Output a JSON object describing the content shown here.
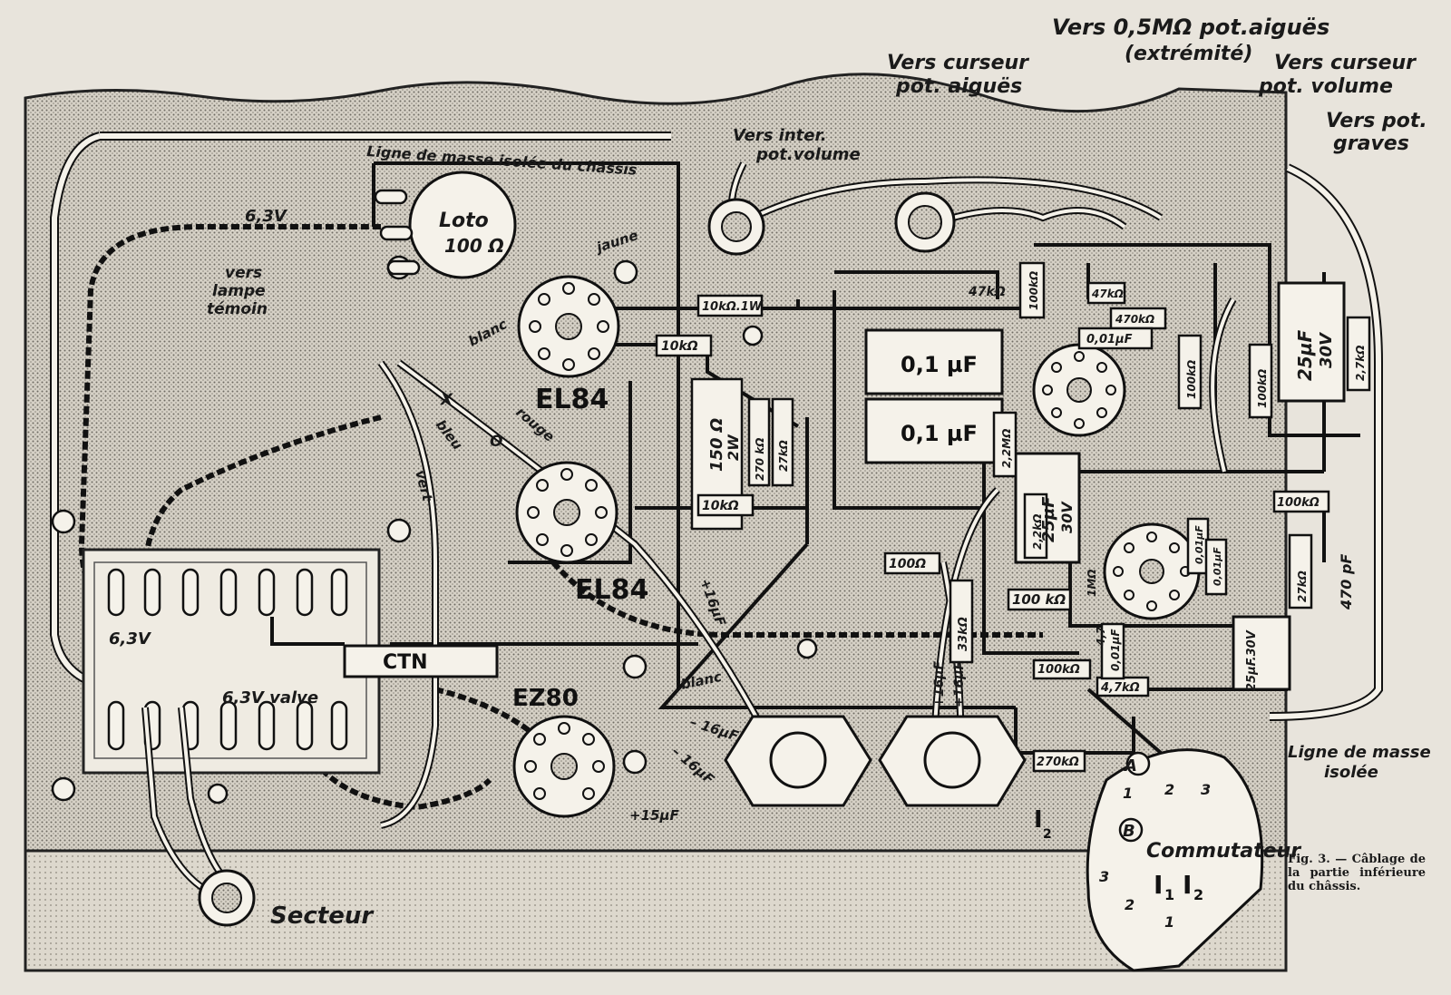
{
  "header_labels": {
    "vers_05_pot": "Vers 0,5MΩ pot.aiguës",
    "extremite": "(extrémité)",
    "curseur_aigues_1": "Vers curseur",
    "curseur_aigues_2": "pot. aiguës",
    "curseur_volume_1": "Vers curseur",
    "curseur_volume_2": "pot. volume",
    "pot_graves_1": "Vers pot.",
    "pot_graves_2": "graves",
    "inter_1": "Vers inter.",
    "inter_2": "pot.volume"
  },
  "chassis_labels": {
    "masse_line": "Ligne de masse isolée du châssis",
    "masse_isolee_1": "Ligne de masse",
    "masse_isolee_2": "isolée",
    "lampe_1": "vers",
    "lampe_2": "lampe",
    "lampe_3": "témoin",
    "secteur": "Secteur",
    "v63_top": "6,3V",
    "v63_left": "6,3V",
    "v63_valve": "6,3V valve"
  },
  "wire_colors": {
    "jaune": "jaune",
    "blanc_1": "blanc",
    "blanc_2": "blanc",
    "bleu": "bleu",
    "rouge": "rouge",
    "vert": "vert",
    "x": "X",
    "o": "O"
  },
  "tubes": {
    "el84_a": "EL84",
    "el84_b": "EL84",
    "ez80": "EZ80"
  },
  "components": {
    "loto_1": "Loto",
    "loto_2": "100 Ω",
    "ctn": "CTN",
    "r10k_1w": "10kΩ.1W",
    "r10k_a": "10kΩ",
    "r10k_b": "10kΩ",
    "r150_1": "150 Ω",
    "r150_2": "2W",
    "r270k": "270 kΩ",
    "r27k_a": "27kΩ",
    "c01_a": "0,1 µF",
    "c01_b": "0,1 µF",
    "r47k_a": "47kΩ",
    "r100k_v1": "100kΩ",
    "r47k_b": "47kΩ",
    "r470k": "470kΩ",
    "c001_a": "0,01µF",
    "r100k_v2": "100kΩ",
    "r100k_v3": "100kΩ",
    "c25_a_1": "25µF",
    "c25_a_2": "30V",
    "r27k_b": "2,7kΩ",
    "r22m": "2,2MΩ",
    "r22k": "2,2kΩ",
    "c25_b_1": "25µF",
    "c25_b_2": "30V",
    "r100_ohm": "100Ω",
    "r33k": "33kΩ",
    "r100k_h1": "100 kΩ",
    "r1m": "1MΩ",
    "c001_b": "0,01µF",
    "r100k_h2": "100kΩ",
    "r27k_c": "27kΩ",
    "c470p": "470 pF",
    "c25_c": "25µF.30V",
    "r100k_h3": "100kΩ",
    "r47k_c": "4,7kΩ",
    "r270k_b": "270kΩ",
    "r47_small": "4,7",
    "c001_c": "0,01µF",
    "c001_d": "0,01µF"
  },
  "caps_electro": {
    "p16_a": "+16µF",
    "p16_b": "+16µF",
    "p16_c": "+16µF",
    "m16_a": "– 16µF",
    "m16_b": "– 16µF",
    "p15": "+15µF"
  },
  "switch": {
    "a": "A",
    "b": "B",
    "n1": "1",
    "n2": "2",
    "n3": "3",
    "n3b": "3",
    "n2b": "2",
    "n1b": "1",
    "title": "Commutateur",
    "i1": "I",
    "i1s": "1",
    "i2": "I",
    "i2s": "2",
    "side_i": "I",
    "side_s": "2"
  },
  "caption": "Fig. 3. — Câblage de la partie inférieure du châssis."
}
